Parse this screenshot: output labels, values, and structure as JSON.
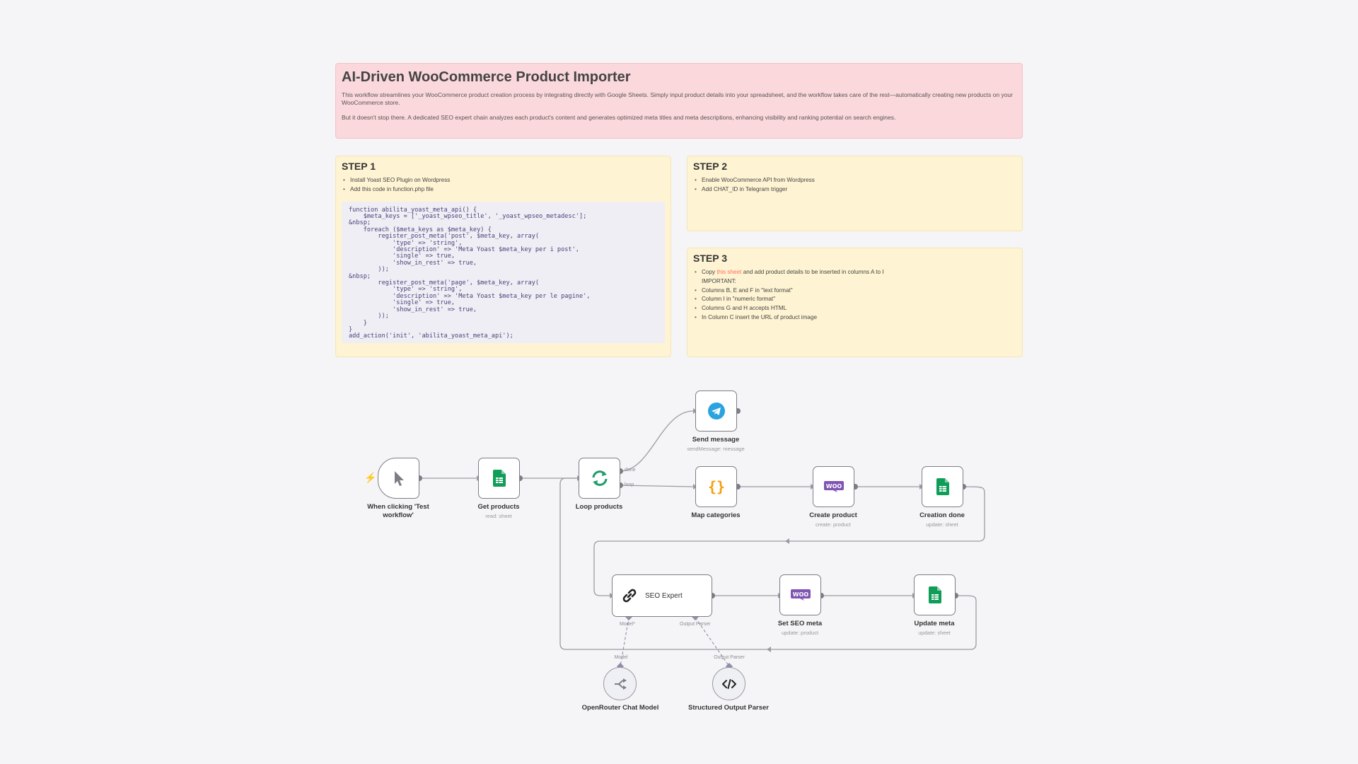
{
  "main_note": {
    "title": "AI-Driven WooCommerce Product Importer",
    "p1": "This workflow streamlines your WooCommerce product creation process by integrating directly with Google Sheets. Simply input product details into your spreadsheet, and the workflow takes care of the rest—automatically creating new products on your WooCommerce store.",
    "p2": "But it doesn't stop there. A dedicated SEO expert chain analyzes each product's content and generates optimized meta titles and meta descriptions, enhancing visibility and ranking potential on search engines."
  },
  "step1": {
    "title": "STEP 1",
    "items": [
      "Install Yoast SEO Plugin on Wordpress",
      "Add this code in function.php file"
    ],
    "code": "function abilita_yoast_meta_api() {\n    $meta_keys = ['_yoast_wpseo_title', '_yoast_wpseo_metadesc'];\n&nbsp;\n    foreach ($meta_keys as $meta_key) {\n        register_post_meta('post', $meta_key, array(\n            'type' => 'string',\n            'description' => 'Meta Yoast $meta_key per i post',\n            'single' => true,\n            'show_in_rest' => true,\n        ));\n&nbsp;\n        register_post_meta('page', $meta_key, array(\n            'type' => 'string',\n            'description' => 'Meta Yoast $meta_key per le pagine',\n            'single' => true,\n            'show_in_rest' => true,\n        ));\n    }\n}\nadd_action('init', 'abilita_yoast_meta_api');"
  },
  "step2": {
    "title": "STEP 2",
    "items": [
      "Enable WooCommerce API from Wordpress",
      "Add CHAT_ID in Telegram trigger"
    ]
  },
  "step3": {
    "title": "STEP 3",
    "copy_prefix": "Copy ",
    "copy_link": "this sheet",
    "copy_suffix": " and add product details to be inserted in columns A to I",
    "important": "IMPORTANT:",
    "items": [
      "Columns B, E and F in \"text format\"",
      "Column I in \"numeric format\"",
      "Columns G and H accepts HTML",
      "In Column C insert the URL of product image"
    ]
  },
  "nodes": {
    "trigger": {
      "label": "When clicking 'Test workflow'",
      "icon": "cursor-icon"
    },
    "get_products": {
      "label": "Get products",
      "sub": "read: sheet",
      "icon": "google-sheets-icon"
    },
    "loop": {
      "label": "Loop products",
      "icon": "loop-icon",
      "port_done": "done",
      "port_loop": "loop"
    },
    "send_message": {
      "label": "Send message",
      "sub": "sendMessage: message",
      "icon": "telegram-icon"
    },
    "map_categories": {
      "label": "Map categories",
      "icon": "code-braces-icon"
    },
    "create_product": {
      "label": "Create product",
      "sub": "create: product",
      "icon": "woocommerce-icon"
    },
    "creation_done": {
      "label": "Creation done",
      "sub": "update: sheet",
      "icon": "google-sheets-icon"
    },
    "seo_expert": {
      "label": "SEO Expert",
      "icon": "chain-link-icon",
      "port_model": "Model*",
      "port_parser": "Output Parser"
    },
    "set_seo_meta": {
      "label": "Set SEO meta",
      "sub": "update: product",
      "icon": "woocommerce-icon"
    },
    "update_meta": {
      "label": "Update meta",
      "sub": "update: sheet",
      "icon": "google-sheets-icon"
    },
    "openrouter": {
      "label": "OpenRouter Chat Model",
      "port": "Model",
      "icon": "openrouter-icon"
    },
    "parser": {
      "label": "Structured Output Parser",
      "port": "Output Parser",
      "icon": "code-tag-icon"
    }
  },
  "colors": {
    "woo": "#7f54b3",
    "sheets": "#0f9d58",
    "telegram": "#2aa3df",
    "code": "#f59e0b",
    "accent": "#ff6d5a"
  }
}
